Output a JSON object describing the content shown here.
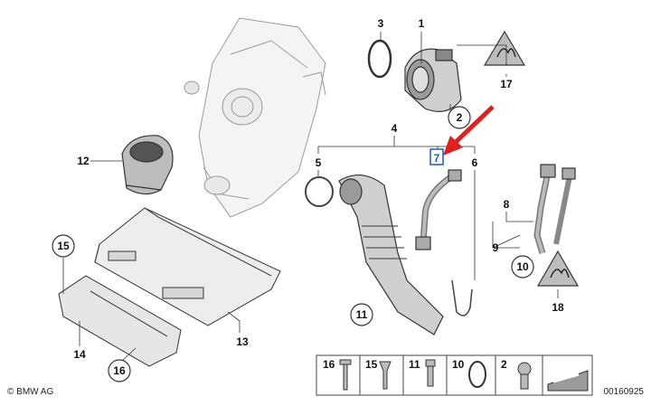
{
  "diagram": {
    "parts": [
      {
        "key": "p1",
        "label": "1"
      },
      {
        "key": "p2",
        "label": "2"
      },
      {
        "key": "p3",
        "label": "3"
      },
      {
        "key": "p4",
        "label": "4"
      },
      {
        "key": "p5",
        "label": "5"
      },
      {
        "key": "p6",
        "label": "6"
      },
      {
        "key": "p7",
        "label": "7"
      },
      {
        "key": "p8",
        "label": "8"
      },
      {
        "key": "p9",
        "label": "9"
      },
      {
        "key": "p10",
        "label": "10"
      },
      {
        "key": "p11",
        "label": "11"
      },
      {
        "key": "p12",
        "label": "12"
      },
      {
        "key": "p13",
        "label": "13"
      },
      {
        "key": "p14",
        "label": "14"
      },
      {
        "key": "p15",
        "label": "15"
      },
      {
        "key": "p16",
        "label": "16"
      },
      {
        "key": "p17",
        "label": "17"
      },
      {
        "key": "p18",
        "label": "18"
      }
    ],
    "legend_strip": [
      "16",
      "15",
      "11",
      "10",
      "2"
    ],
    "highlighted_part": "7",
    "highlight_color": "#1a5fb4",
    "arrow_color": "#e0201e",
    "brand": "© BMW AG",
    "drawing_id": "00160925"
  }
}
